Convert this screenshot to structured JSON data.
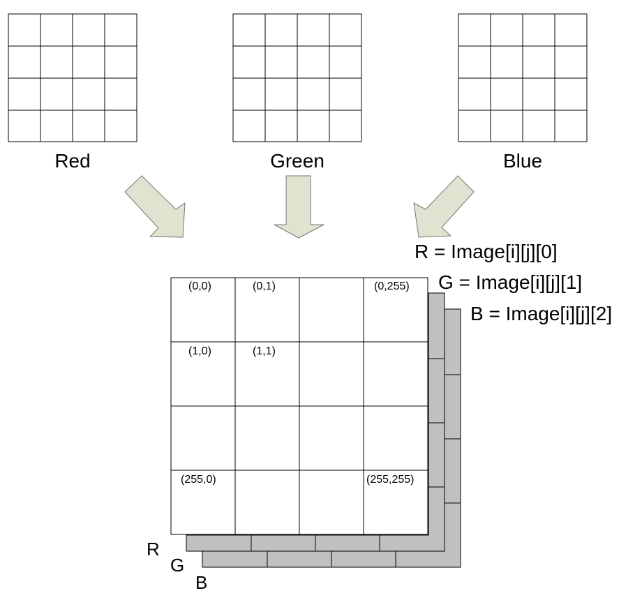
{
  "channels": [
    {
      "label": "Red"
    },
    {
      "label": "Green"
    },
    {
      "label": "Blue"
    }
  ],
  "cell_coordinates": {
    "r0c0": "(0,0)",
    "r0c1": "(0,1)",
    "r0c3": "(0,255)",
    "r1c0": "(1,0)",
    "r1c1": "(1,1)",
    "r3c0": "(255,0)",
    "r3c3": "(255,255)"
  },
  "formulas": {
    "r": "R = Image[i][j][0]",
    "g": "G = Image[i][j][1]",
    "b": "B = Image[i][j][2]"
  },
  "layer_letters": {
    "r": "R",
    "g": "G",
    "b": "B"
  },
  "colors": {
    "arrow_fill": "#dfe3cf",
    "layer_fill": "#c0c0c0",
    "line": "#000000"
  }
}
